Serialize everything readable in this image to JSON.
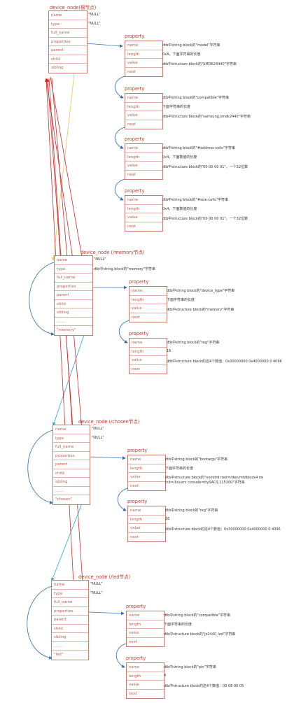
{
  "root": {
    "title": "device_node(根节点)",
    "fields": [
      "name",
      "type",
      "full_name",
      "properties",
      "parent",
      "child",
      "sibling"
    ],
    "name_value": "\"NULL\"",
    "type_value": "\"NULL\"",
    "props": [
      {
        "title": "property",
        "fields": [
          "name",
          "length",
          "value",
          "next"
        ],
        "vals": [
          "dtb中string block的\"model\"字符串",
          "0xA，下面字符串的长度",
          "dtb中structure block的\"SMDK24440\"字符串"
        ]
      },
      {
        "title": "property",
        "fields": [
          "name",
          "length",
          "value",
          "next"
        ],
        "vals": [
          "dtb中string block的\"compatible\"字符串",
          "下面字符串的长度",
          "dtb中structure block的\"samsung,smdk2440\"字符串"
        ]
      },
      {
        "title": "property",
        "fields": [
          "name",
          "length",
          "value",
          "next"
        ],
        "vals": [
          "dtb中string block的\"#address-cells\"字符串",
          "0x4，下面数值的长度",
          "dtb中structure block的\"00 00 00 01\"，一个32位数"
        ]
      },
      {
        "title": "property",
        "fields": [
          "name",
          "length",
          "value",
          "next"
        ],
        "vals": [
          "dtb中string block的\"#size-cells\"字符串",
          "0x4，下面数值的长度",
          "dtb中structure block的\"00 00 00 01\"，一个32位数"
        ]
      }
    ]
  },
  "memory": {
    "title": "device_node (/memory节点)",
    "fields": [
      "name",
      "type",
      "full_name",
      "properties",
      "parent",
      "child",
      "sibling",
      ".......",
      "\"memory\""
    ],
    "name_value": "\"NULL\"",
    "type_value": "dtb中string block的\"memory\"字符串",
    "props": [
      {
        "title": "property",
        "fields": [
          "name",
          "length",
          "value",
          "next"
        ],
        "vals": [
          "dtb中string block的\"device_type\"字符串",
          "下面字符串的长度",
          "dtb中structure block的\"memory\"字符串"
        ]
      },
      {
        "title": "property",
        "fields": [
          "name",
          "length",
          "value",
          "next"
        ],
        "vals": [
          "dtb中string block的\"reg\"字符串",
          "16",
          "dtb中structure block的这4个数值：0x30000000 0x4000000 0 4096"
        ]
      }
    ]
  },
  "chosen": {
    "title": "device_node (/chosen节点)",
    "fields": [
      "name",
      "type",
      "full_name",
      "properties",
      "parent",
      "child",
      "sibling",
      ".......",
      "\"chosen\""
    ],
    "name_value": "\"NULL\"",
    "type_value": "\"NULL\"",
    "props": [
      {
        "title": "property",
        "fields": [
          "name",
          "length",
          "value",
          "next"
        ],
        "vals": [
          "dtb中string block的\"bootargs\"字符串",
          "下面字符串的长度",
          "dtb中structure block的\"noinitrd root=/dev/mtdblock4 rw init=/linuxrc console=ttySAC0,115200\"字符串"
        ]
      },
      {
        "title": "property",
        "fields": [
          "name",
          "length",
          "value",
          "next"
        ],
        "vals": [
          "dtb中string block的\"reg\"字符串",
          "16",
          "dtb中structure block的这4个数值：0x30000000 0x4000000 0 4096"
        ]
      }
    ]
  },
  "led": {
    "title": "device_node (/led节点)",
    "fields": [
      "name",
      "type",
      "full_name",
      "properties",
      "parent",
      "child",
      "sibling",
      ".......",
      "\"led\""
    ],
    "name_value": "\"NULL\"",
    "type_value": "\"NULL\"",
    "props": [
      {
        "title": "property",
        "fields": [
          "name",
          "length",
          "value",
          "next"
        ],
        "vals": [
          "dtb中string block的\"compatible\"字符串",
          "下面字符串的长度",
          "dtb中structure block的\"jz2440_led\"字符串"
        ]
      },
      {
        "title": "property",
        "fields": [
          "name",
          "length",
          "value",
          "next"
        ],
        "vals": [
          "dtb中string block的\"pin\"字符串",
          "4",
          "dtb中structure block的这4个数值：00 08 00 05"
        ]
      }
    ]
  },
  "colors": {
    "parent_arrow": "#d62a2a",
    "sibling_arrow": "#29a9d6",
    "child_arrow": "#f0c05a",
    "prop_arrow": "#3b78b8",
    "next_arrow": "#2d6aa8",
    "box_border": "#c77a6e"
  }
}
